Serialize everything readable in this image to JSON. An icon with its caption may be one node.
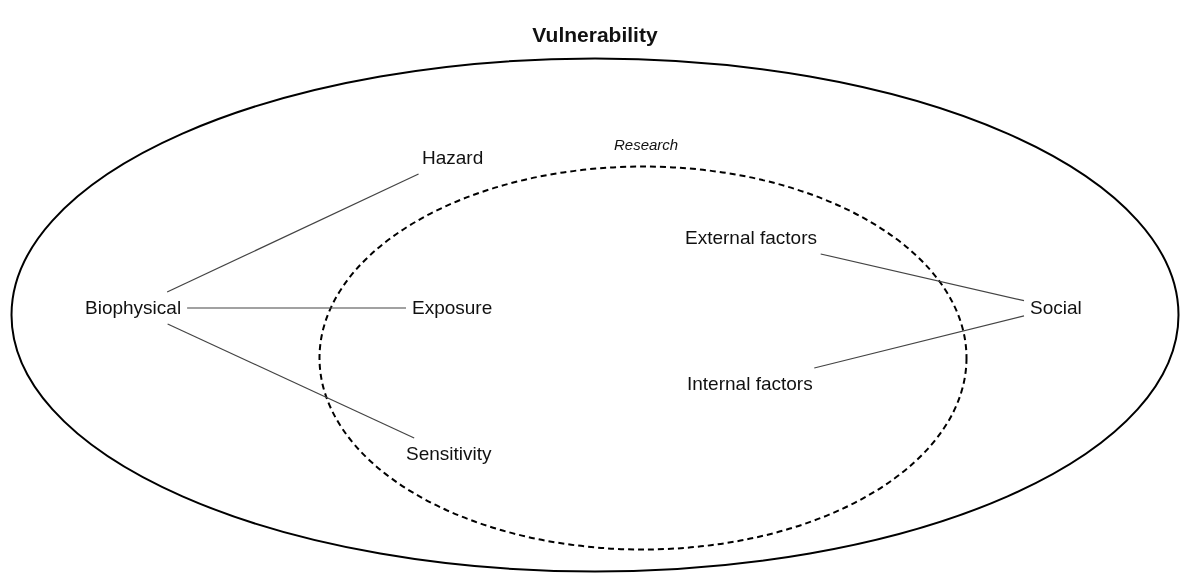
{
  "diagram": {
    "nodes": [
      {
        "text": [
          "Vulnerability"
        ]
      },
      {
        "text": [
          "Research"
        ],
        "in": 0
      },
      {
        "text": [
          "Biophysical"
        ],
        "in": 0
      },
      {
        "text": [
          "Hazard"
        ],
        "in": 0
      },
      {
        "text": [
          "Exposure"
        ],
        "in": 1
      },
      {
        "text": [
          "Sensitivity"
        ],
        "in": 1
      },
      {
        "text": [
          "External factors"
        ],
        "in": 1
      },
      {
        "text": [
          "Internal factors"
        ],
        "in": 1
      },
      {
        "text": [
          "Social"
        ],
        "in": 0
      }
    ],
    "edges": [
      {
        "from": 2,
        "to": 3,
        "arrow": "none"
      },
      {
        "from": 2,
        "to": 4,
        "arrow": "none"
      },
      {
        "from": 2,
        "to": 5,
        "arrow": "none"
      },
      {
        "from": 8,
        "to": 6,
        "arrow": "none"
      },
      {
        "from": 8,
        "to": 7,
        "arrow": "none"
      }
    ]
  }
}
